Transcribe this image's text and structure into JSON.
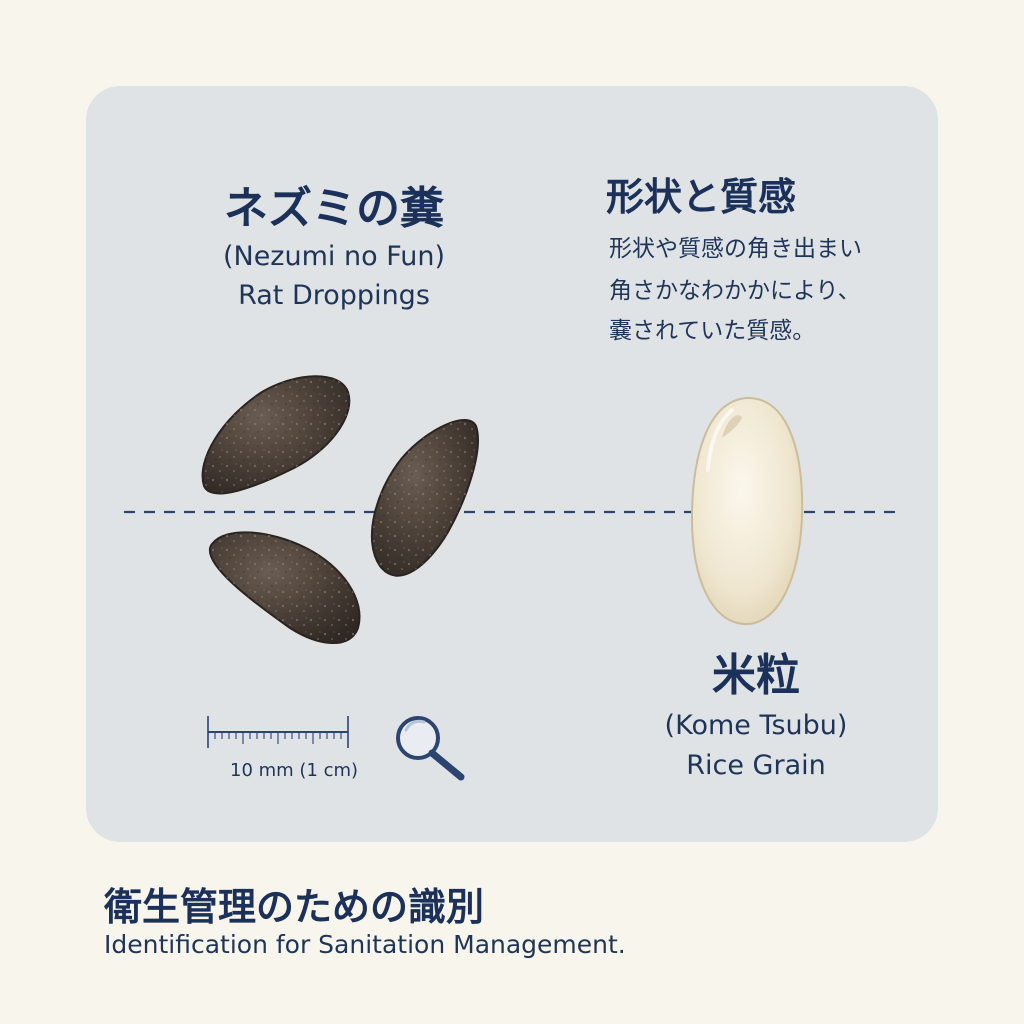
{
  "rat_droppings": {
    "title_jp": "ネズミの糞",
    "romaji": "(Nezumi no Fun)",
    "english": "Rat Droppings"
  },
  "shape_texture": {
    "title_jp": "形状と質感",
    "description_lines": [
      "形状や質感の角き出まい",
      "角さかなわかかにより、",
      "嚢されていた質感。"
    ]
  },
  "rice_grain": {
    "title_jp": "米粒",
    "romaji": "(Kome Tsubu)",
    "english": "Rice Grain"
  },
  "scale": {
    "label": "10 mm (1 cm)",
    "icon": "magnifying-glass-icon"
  },
  "footer": {
    "title_jp": "衛生管理のための識別",
    "english": "Identification for Sanitation Management."
  },
  "colors": {
    "background": "#f8f5ed",
    "panel": "#dfe3e6",
    "text_navy": "#1b3159",
    "dropping_brown": "#4b4038",
    "rice_cream": "#f1ead8"
  }
}
